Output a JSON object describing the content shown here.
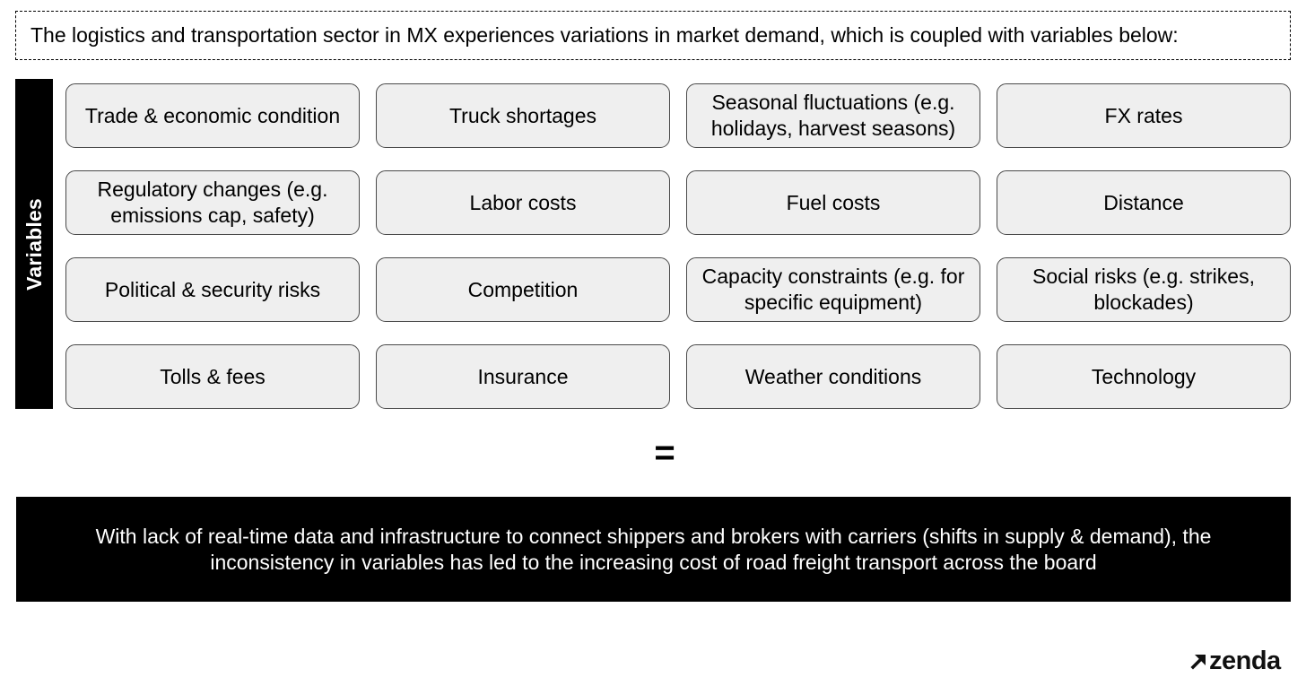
{
  "intro": {
    "text": "The logistics and transportation sector in MX experiences variations in market demand, which is coupled with variables below:"
  },
  "variables": {
    "label": "Variables",
    "items": [
      "Trade & economic condition",
      "Truck shortages",
      "Seasonal fluctuations (e.g. holidays, harvest seasons)",
      "FX rates",
      "Regulatory changes (e.g. emissions cap, safety)",
      "Labor costs",
      "Fuel costs",
      "Distance",
      "Political & security risks",
      "Competition",
      "Capacity constraints (e.g. for specific equipment)",
      "Social risks (e.g. strikes, blockades)",
      "Tolls & fees",
      "Insurance",
      "Weather conditions",
      "Technology"
    ]
  },
  "equals": "=",
  "conclusion": {
    "text": "With lack of real-time data and infrastructure to connect shippers and brokers with carriers (shifts in supply & demand), the inconsistency in variables has led to the increasing cost of road freight transport across the board"
  },
  "logo": {
    "text": "zenda",
    "icon": "arrow-up-right-icon"
  },
  "colors": {
    "box_fill": "#efefef",
    "box_border": "#4a4a4a",
    "bar_fill": "#000000",
    "text_light": "#ffffff"
  }
}
